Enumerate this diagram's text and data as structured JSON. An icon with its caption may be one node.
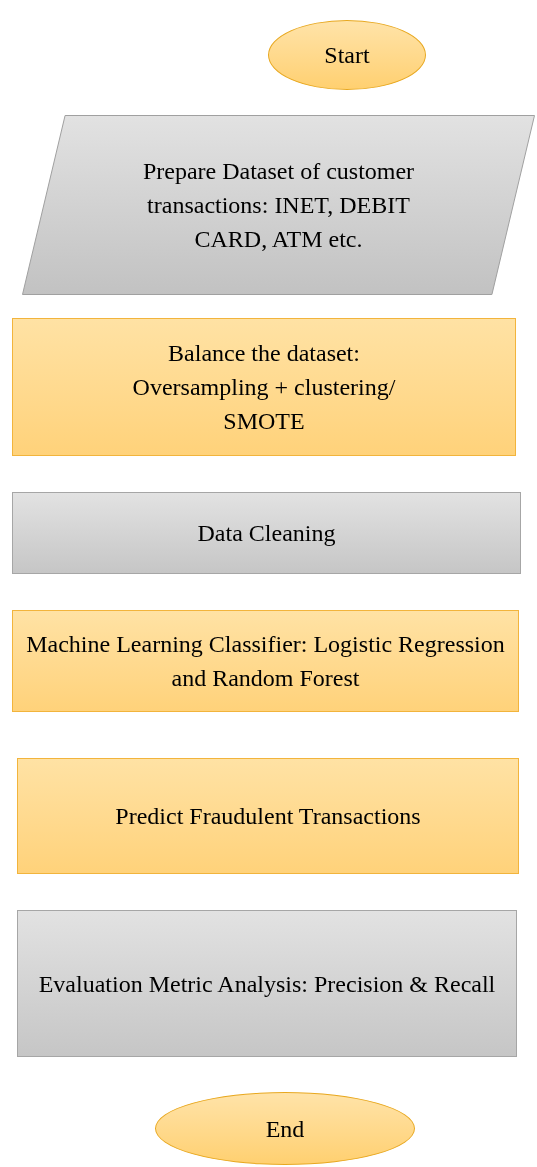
{
  "diagram": {
    "nodes": [
      {
        "text": [
          "Start"
        ]
      },
      {
        "text": [
          "Prepare Dataset of customer transactions: INET, DEBIT CARD, ATM etc."
        ]
      },
      {
        "text": [
          "Balance the dataset: Oversampling + clustering/ SMOTE"
        ]
      },
      {
        "text": [
          "Data Cleaning"
        ]
      },
      {
        "text": [
          "Machine Learning Classifier: Logistic Regression and Random Forest"
        ]
      },
      {
        "text": [
          "Predict Fraudulent Transactions"
        ]
      },
      {
        "text": [
          "Evaluation Metric Analysis: Precision & Recall"
        ]
      },
      {
        "text": [
          "End"
        ]
      }
    ]
  }
}
